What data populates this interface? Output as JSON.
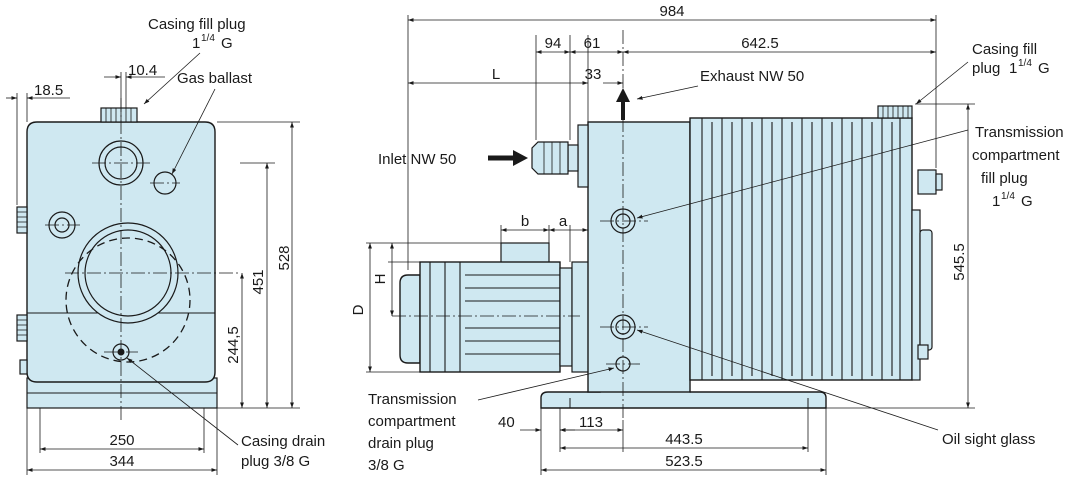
{
  "colors": {
    "pump_fill": "#cfe8f1",
    "line": "#1a1a1a"
  },
  "left_view": {
    "labels": {
      "casing_fill_plug_1": "Casing fill plug",
      "casing_fill_plug_2": "G",
      "gas_ballast": "Gas ballast",
      "casing_drain_plug_1": "Casing drain",
      "casing_drain_plug_2": "plug 3/8 G"
    },
    "fraction": {
      "whole": "1",
      "frac": "1/4"
    },
    "dims": {
      "d_18_5": "18.5",
      "d_10_4": "10.4",
      "d_528": "528",
      "d_451": "451",
      "d_244_5": "244,5",
      "d_250": "250",
      "d_344": "344"
    }
  },
  "right_view": {
    "labels": {
      "exhaust": "Exhaust NW 50",
      "inlet": "Inlet NW 50",
      "casing_fill_1": "Casing fill",
      "casing_fill_2": "plug",
      "casing_fill_3": "G",
      "trans_fill_1": "Transmission",
      "trans_fill_2": "compartment",
      "trans_fill_3": "fill plug",
      "trans_fill_4": "G",
      "trans_drain_1": "Transmission",
      "trans_drain_2": "compartment",
      "trans_drain_3": "drain plug",
      "trans_drain_4": "3/8 G",
      "oil_sight": "Oil sight glass"
    },
    "fraction": {
      "whole": "1",
      "frac": "1/4"
    },
    "dims": {
      "d_984": "984",
      "d_94": "94",
      "d_61": "61",
      "d_642_5": "642.5",
      "d_L": "L",
      "d_33": "33",
      "d_b": "b",
      "d_a": "a",
      "d_H": "H",
      "d_D": "D",
      "d_545_5": "545.5",
      "d_40": "40",
      "d_113": "113",
      "d_443_5": "443.5",
      "d_523_5": "523.5"
    }
  }
}
